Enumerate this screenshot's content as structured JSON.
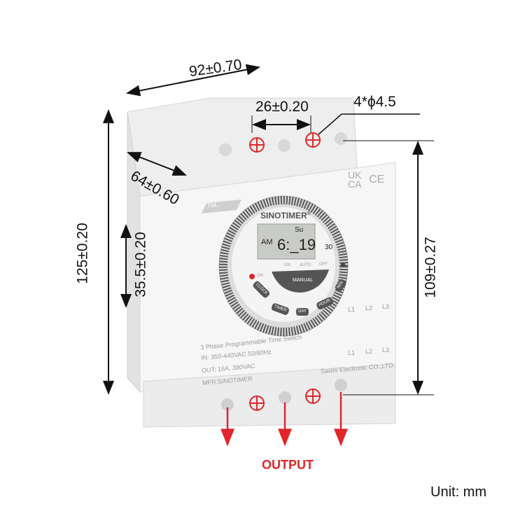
{
  "dimensions": {
    "width": "92±0.70",
    "hole_spacing": "26±0.20",
    "holes": "4*ϕ4.5",
    "depth": "64±0.60",
    "height": "125±0.20",
    "rail_height": "35.5±0.20",
    "hole_height": "109±0.27"
  },
  "device": {
    "brand": "SINOTIMER",
    "registered": "®",
    "model_label": "TM...",
    "marks": [
      "UK CA",
      "CE"
    ],
    "display": {
      "ampm": "AM",
      "day": "Su",
      "time": "6:_19",
      "seconds": "30"
    },
    "mode_labels": [
      "ON",
      "AUTO",
      "OFF"
    ],
    "led_label": "ON",
    "buttons": [
      "MANUAL",
      "CLOCK",
      "TIMER",
      "DAY",
      "HOUR",
      "MIN"
    ],
    "info": [
      "3 Phase Programmable Time Switch",
      "IN: 350-440VAC   50/60Hz",
      "OUT: 16A, 380VAC",
      "MFR:SINOTIMER"
    ],
    "maker": "Saishi Electronic CO.,LTD.",
    "phases_top": [
      "L1",
      "L2",
      "L3"
    ],
    "phases_bottom": [
      "L1",
      "L2",
      "L3"
    ]
  },
  "output_label": "OUTPUT",
  "unit_label": "Unit: mm",
  "colors": {
    "accent_red": "#e0262b",
    "body": "#f2f2f2",
    "dial": "#555555"
  }
}
